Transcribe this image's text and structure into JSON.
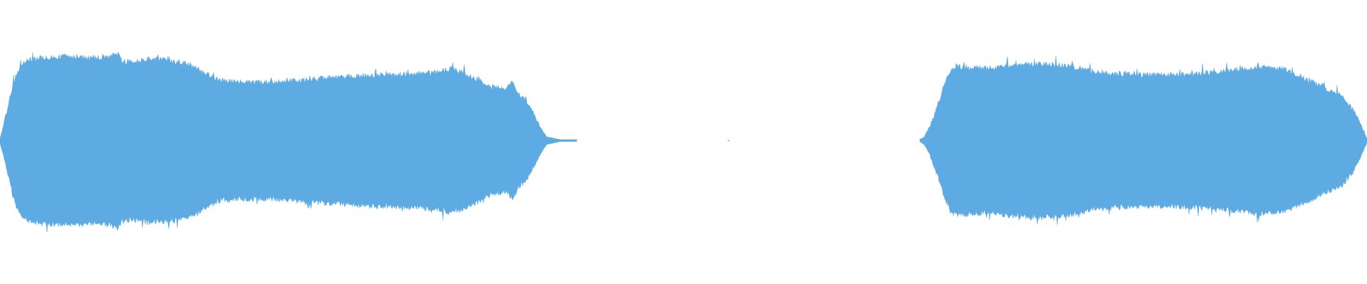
{
  "waveform": {
    "color": "#5DABE2",
    "background": "#FFFFFF",
    "max_amplitude": 1.0,
    "segments": [
      {
        "name": "segment-1",
        "start": 0.0,
        "end": 0.4219,
        "envelope": [
          [
            0.0,
            0.02
          ],
          [
            0.0045,
            0.28
          ],
          [
            0.01,
            0.62
          ],
          [
            0.015,
            0.8
          ],
          [
            0.02,
            0.85
          ],
          [
            0.03,
            0.88
          ],
          [
            0.04,
            0.89
          ],
          [
            0.05,
            0.9
          ],
          [
            0.06,
            0.89
          ],
          [
            0.07,
            0.88
          ],
          [
            0.08,
            0.89
          ],
          [
            0.086,
            0.93
          ],
          [
            0.09,
            0.84
          ],
          [
            0.1,
            0.85
          ],
          [
            0.11,
            0.87
          ],
          [
            0.12,
            0.86
          ],
          [
            0.13,
            0.84
          ],
          [
            0.14,
            0.8
          ],
          [
            0.16,
            0.64
          ],
          [
            0.18,
            0.62
          ],
          [
            0.2,
            0.62
          ],
          [
            0.22,
            0.64
          ],
          [
            0.24,
            0.67
          ],
          [
            0.26,
            0.69
          ],
          [
            0.28,
            0.7
          ],
          [
            0.3,
            0.71
          ],
          [
            0.32,
            0.73
          ],
          [
            0.33,
            0.77
          ],
          [
            0.34,
            0.71
          ],
          [
            0.35,
            0.65
          ],
          [
            0.36,
            0.57
          ],
          [
            0.37,
            0.55
          ],
          [
            0.375,
            0.62
          ],
          [
            0.38,
            0.48
          ],
          [
            0.385,
            0.42
          ],
          [
            0.39,
            0.29
          ],
          [
            0.395,
            0.15
          ],
          [
            0.4,
            0.04
          ],
          [
            0.41,
            0.01
          ],
          [
            0.4219,
            0.01
          ]
        ]
      },
      {
        "name": "segment-2",
        "start": 0.6728,
        "end": 1.0,
        "envelope": [
          [
            0.6728,
            0.01
          ],
          [
            0.676,
            0.04
          ],
          [
            0.68,
            0.14
          ],
          [
            0.685,
            0.34
          ],
          [
            0.69,
            0.56
          ],
          [
            0.695,
            0.73
          ],
          [
            0.7,
            0.79
          ],
          [
            0.71,
            0.78
          ],
          [
            0.72,
            0.77
          ],
          [
            0.73,
            0.78
          ],
          [
            0.74,
            0.8
          ],
          [
            0.75,
            0.81
          ],
          [
            0.76,
            0.82
          ],
          [
            0.77,
            0.81
          ],
          [
            0.78,
            0.8
          ],
          [
            0.79,
            0.77
          ],
          [
            0.8,
            0.73
          ],
          [
            0.82,
            0.71
          ],
          [
            0.84,
            0.7
          ],
          [
            0.86,
            0.7
          ],
          [
            0.88,
            0.72
          ],
          [
            0.9,
            0.74
          ],
          [
            0.92,
            0.78
          ],
          [
            0.94,
            0.76
          ],
          [
            0.95,
            0.69
          ],
          [
            0.96,
            0.63
          ],
          [
            0.965,
            0.58
          ],
          [
            0.97,
            0.55
          ],
          [
            0.975,
            0.53
          ],
          [
            0.98,
            0.5
          ],
          [
            0.985,
            0.42
          ],
          [
            0.99,
            0.33
          ],
          [
            0.995,
            0.18
          ],
          [
            1.0,
            0.02
          ]
        ]
      }
    ],
    "blips": [
      {
        "position": 0.5325,
        "amplitude": 0.01
      }
    ]
  }
}
